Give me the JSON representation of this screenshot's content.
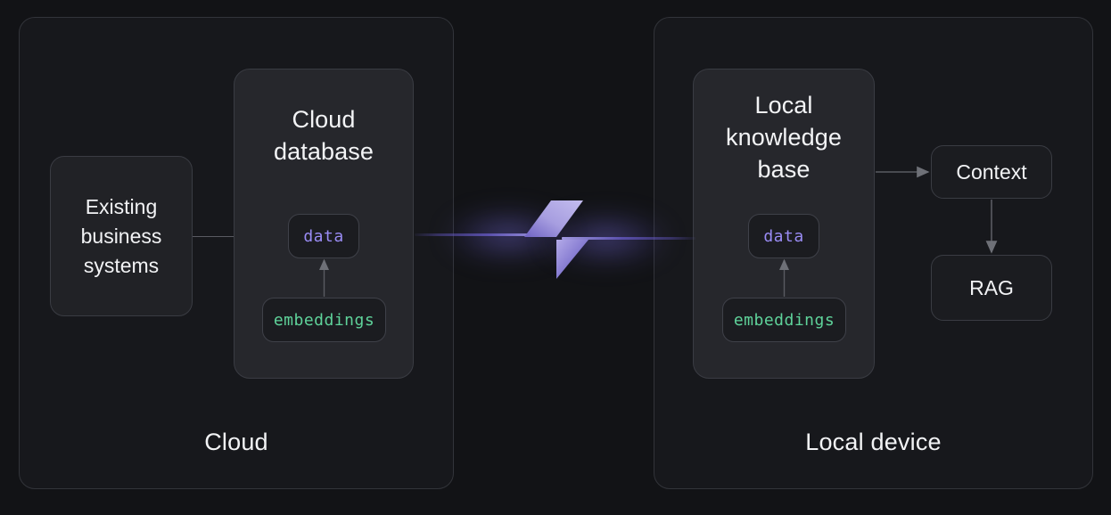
{
  "diagram": {
    "title": "Cloud to local device data sync with Zed logo",
    "background_color": "#121316",
    "accent_purple": "#9a8cf5",
    "accent_green": "#5fd39a",
    "text_color": "#f2f3f5",
    "border_color": "#3a3c43"
  },
  "zones": {
    "cloud": {
      "label": "Cloud",
      "boxes": {
        "existing_systems": {
          "lines": [
            "Existing",
            "business",
            "systems"
          ]
        },
        "cloud_database": {
          "title_lines": [
            "Cloud",
            "database"
          ],
          "chips": {
            "data": "data",
            "embeddings": "embeddings"
          }
        }
      }
    },
    "local": {
      "label": "Local device",
      "boxes": {
        "local_knowledge_base": {
          "title_lines": [
            "Local",
            "knowledge",
            "base"
          ],
          "chips": {
            "data": "data",
            "embeddings": "embeddings"
          }
        },
        "context": {
          "label": "Context"
        },
        "rag": {
          "label": "RAG"
        }
      }
    }
  },
  "connectors": {
    "sync_logo": "zed-logo",
    "embeddings_to_data_arrow": "arrow-up",
    "kb_to_context_arrow": "arrow-right",
    "context_to_rag_arrow": "arrow-down",
    "systems_to_database_line": "plain-line"
  }
}
